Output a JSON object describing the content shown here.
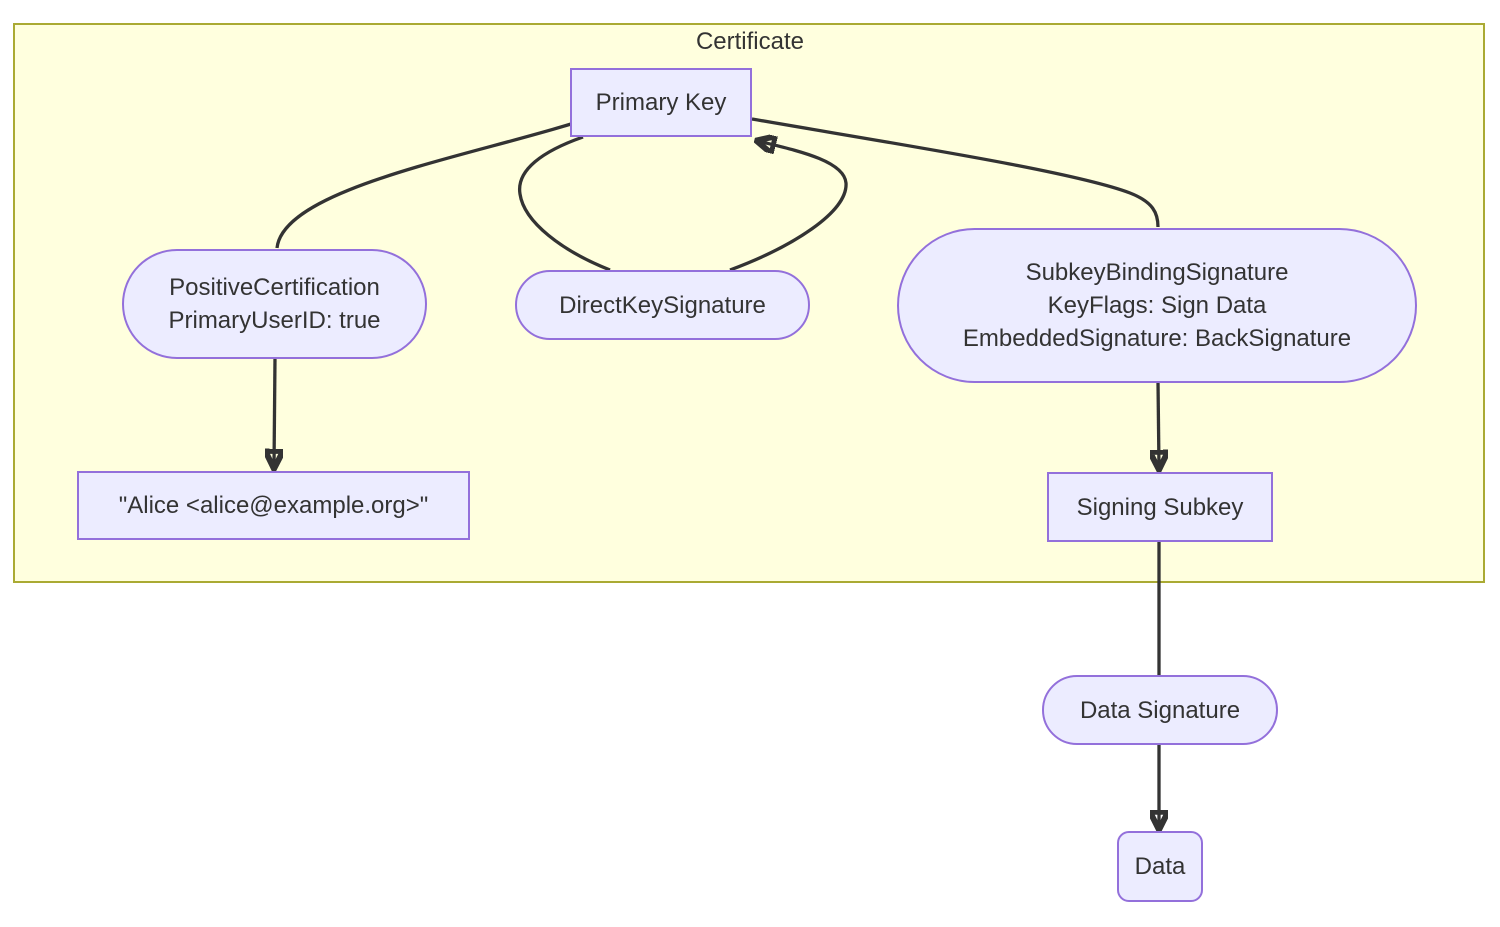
{
  "diagram": {
    "type": "flowchart",
    "title": "Certificate",
    "colors": {
      "background": "#ffffff",
      "subgraph_fill": "#ffffde",
      "subgraph_border": "#aaaa33",
      "node_fill": "#ececff",
      "node_border": "#9370db",
      "edge_color": "#333333",
      "text_color": "#333333"
    },
    "nodes": {
      "primary_key": {
        "label": "Primary Key",
        "shape": "rectangle",
        "inside_subgraph": true
      },
      "positive_certification": {
        "shape": "stadium",
        "inside_subgraph": true,
        "lines": [
          "PositiveCertification",
          "PrimaryUserID: true"
        ]
      },
      "direct_key_signature": {
        "label": "DirectKeySignature",
        "shape": "stadium",
        "inside_subgraph": true
      },
      "subkey_binding_signature": {
        "shape": "stadium",
        "inside_subgraph": true,
        "lines": [
          "SubkeyBindingSignature",
          "KeyFlags: Sign Data",
          "EmbeddedSignature: BackSignature"
        ]
      },
      "user_id": {
        "label": "\"Alice <alice@example.org>\"",
        "shape": "rectangle",
        "inside_subgraph": true
      },
      "signing_subkey": {
        "label": "Signing Subkey",
        "shape": "rectangle",
        "inside_subgraph": true
      },
      "data_signature": {
        "label": "Data Signature",
        "shape": "stadium",
        "inside_subgraph": false
      },
      "data": {
        "label": "Data",
        "shape": "rounded-rectangle",
        "inside_subgraph": false
      }
    },
    "edges": [
      {
        "from": "primary_key",
        "to": "positive_certification",
        "arrowhead": false
      },
      {
        "from": "positive_certification",
        "to": "user_id",
        "arrowhead": true
      },
      {
        "from": "primary_key",
        "to": "direct_key_signature",
        "arrowhead": false
      },
      {
        "from": "direct_key_signature",
        "to": "primary_key",
        "arrowhead": true
      },
      {
        "from": "primary_key",
        "to": "subkey_binding_signature",
        "arrowhead": false
      },
      {
        "from": "subkey_binding_signature",
        "to": "signing_subkey",
        "arrowhead": true
      },
      {
        "from": "signing_subkey",
        "to": "data_signature",
        "arrowhead": false
      },
      {
        "from": "data_signature",
        "to": "data",
        "arrowhead": true
      }
    ]
  }
}
